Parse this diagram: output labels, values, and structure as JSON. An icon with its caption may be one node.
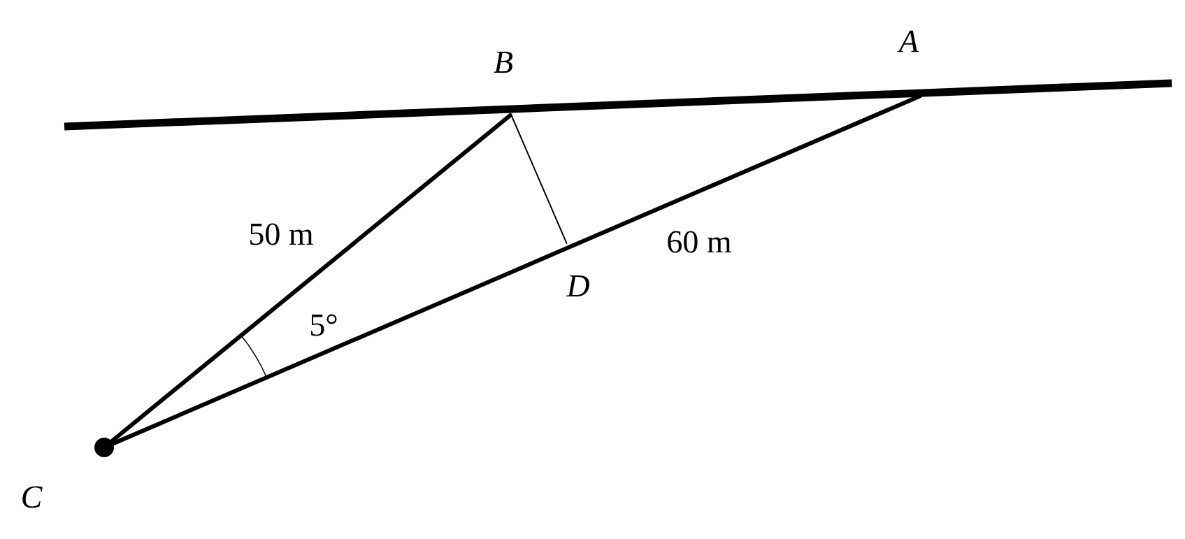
{
  "diagram": {
    "nodes": [
      {
        "text": [
          "B"
        ]
      },
      {
        "text": [
          "A"
        ]
      },
      {
        "text": [
          "C"
        ]
      },
      {
        "text": [
          "D"
        ]
      }
    ],
    "edges": [
      {
        "from": 2,
        "to": 0,
        "arrow": "none",
        "label": "50 m"
      },
      {
        "from": 2,
        "to": 1,
        "arrow": "none",
        "label": "60 m"
      },
      {
        "from": 0,
        "to": 3,
        "arrow": "none"
      }
    ],
    "labels": [
      "5°"
    ]
  }
}
